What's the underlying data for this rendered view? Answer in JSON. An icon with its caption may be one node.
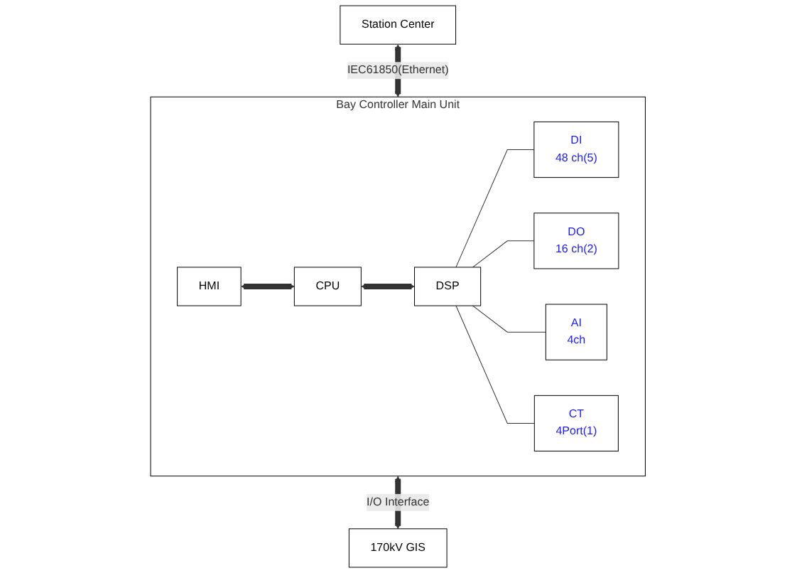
{
  "diagram": {
    "nodes": [
      {
        "text": [
          "Station Center"
        ]
      },
      {
        "text": [
          "Bay Controller Main Unit"
        ]
      },
      {
        "text": [
          "HMI"
        ],
        "in": 1
      },
      {
        "text": [
          "CPU"
        ],
        "in": 1
      },
      {
        "text": [
          "DSP"
        ],
        "in": 1
      },
      {
        "text": [
          "DI",
          "48 ch(5)"
        ],
        "in": 1
      },
      {
        "text": [
          "DO",
          "16 ch(2)"
        ],
        "in": 1
      },
      {
        "text": [
          "AI",
          "4ch"
        ],
        "in": 1
      },
      {
        "text": [
          "CT",
          "4Port(1)"
        ],
        "in": 1
      },
      {
        "text": [
          "170kV GIS"
        ]
      }
    ],
    "edges": [
      {
        "from": 0,
        "to": 1,
        "arrow": "both",
        "label": "IEC61850(Ethernet)",
        "style": "thick"
      },
      {
        "from": 2,
        "to": 3,
        "arrow": "both",
        "style": "thick"
      },
      {
        "from": 3,
        "to": 4,
        "arrow": "both",
        "style": "thick"
      },
      {
        "from": 4,
        "to": 5,
        "arrow": "none"
      },
      {
        "from": 4,
        "to": 6,
        "arrow": "none"
      },
      {
        "from": 4,
        "to": 7,
        "arrow": "none"
      },
      {
        "from": 4,
        "to": 8,
        "arrow": "none"
      },
      {
        "from": 1,
        "to": 9,
        "arrow": "both",
        "label": "I/O Interface",
        "style": "thick"
      }
    ]
  }
}
